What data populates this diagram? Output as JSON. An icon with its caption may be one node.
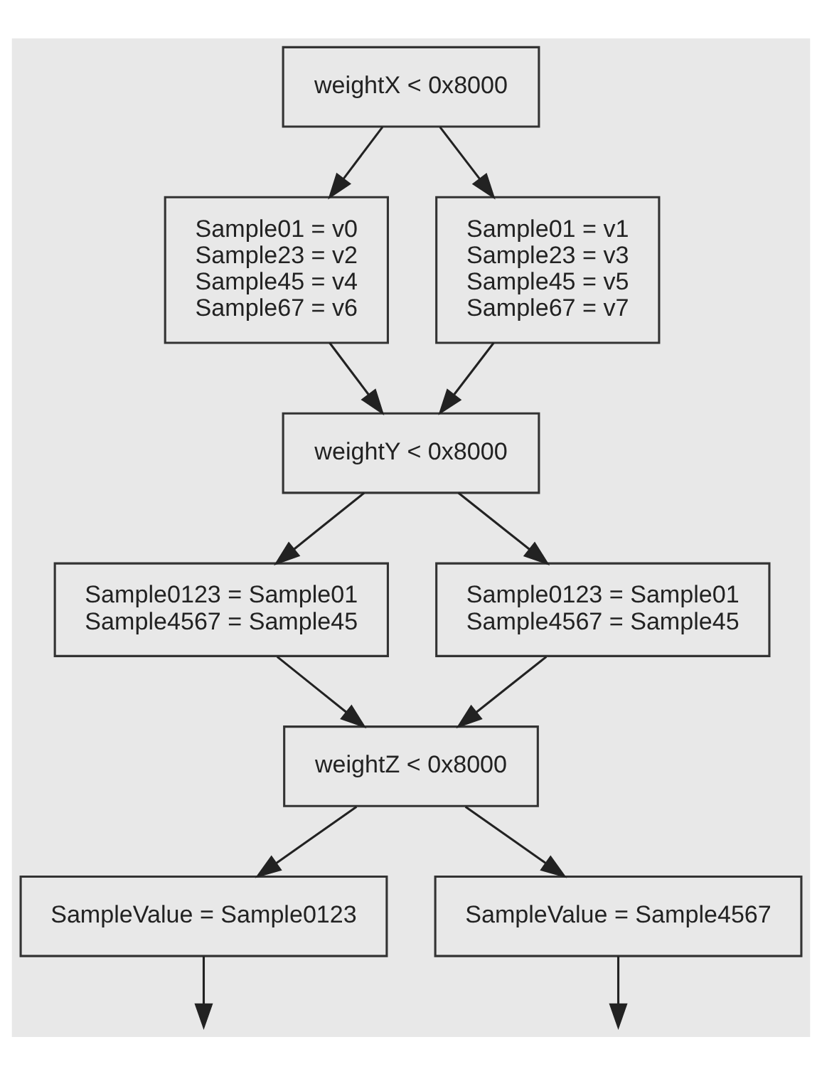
{
  "diagram": {
    "nodes": [
      {
        "text": [
          "weightX < 0x8000"
        ]
      },
      {
        "text": [
          "Sample01 = v0",
          "Sample23 = v2",
          "Sample45 = v4",
          "Sample67 = v6"
        ]
      },
      {
        "text": [
          "Sample01 = v1",
          "Sample23 = v3",
          "Sample45 = v5",
          "Sample67 = v7"
        ]
      },
      {
        "text": [
          "weightY < 0x8000"
        ]
      },
      {
        "text": [
          "Sample0123 = Sample01",
          "Sample4567 = Sample45"
        ]
      },
      {
        "text": [
          "Sample0123 = Sample01",
          "Sample4567 = Sample45"
        ]
      },
      {
        "text": [
          "weightZ < 0x8000"
        ]
      },
      {
        "text": [
          "SampleValue = Sample0123"
        ]
      },
      {
        "text": [
          "SampleValue = Sample4567"
        ]
      }
    ],
    "edges": [
      {
        "from": 0,
        "to": 1,
        "arrow": "to"
      },
      {
        "from": 0,
        "to": 2,
        "arrow": "to"
      },
      {
        "from": 1,
        "to": 3,
        "arrow": "to"
      },
      {
        "from": 2,
        "to": 3,
        "arrow": "to"
      },
      {
        "from": 3,
        "to": 4,
        "arrow": "to"
      },
      {
        "from": 3,
        "to": 5,
        "arrow": "to"
      },
      {
        "from": 4,
        "to": 6,
        "arrow": "to"
      },
      {
        "from": 5,
        "to": 6,
        "arrow": "to"
      },
      {
        "from": 6,
        "to": 7,
        "arrow": "to"
      },
      {
        "from": 6,
        "to": 8,
        "arrow": "to"
      },
      {
        "from": 7,
        "to": null,
        "arrow": "to"
      },
      {
        "from": 8,
        "to": null,
        "arrow": "to"
      }
    ]
  }
}
